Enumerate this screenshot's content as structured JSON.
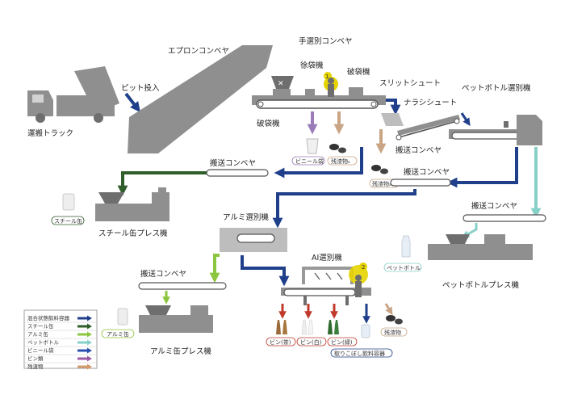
{
  "labels": {
    "truck": "運搬トラック",
    "pit": "ピット投入",
    "apron": "エプロンコンベヤ",
    "hand_sort": "手選別コンベヤ",
    "bag_loosen": "徐袋機",
    "bag_break_top": "破袋機",
    "bag_break_bottom": "破袋機",
    "slit_chute": "スリットシュート",
    "narashi_chute": "ナラシシュート",
    "pet_sorter": "ペットボトル選別機",
    "conv_after_slit": "搬送コンベヤ",
    "conv_left": "搬送コンベヤ",
    "conv_mid": "搬送コンベヤ",
    "conv_right": "搬送コンベヤ",
    "conv_alu": "搬送コンベヤ",
    "steel_press": "スチール缶プレス機",
    "alu_sorter": "アルミ選別機",
    "al_sorter": "AI選別機",
    "pet_press": "ペットボトルプレス機",
    "alu_press": "アルミ缶プレス機"
  },
  "tags": {
    "vinyl": "ビニール袋",
    "residue_a": "残渣物ₐ",
    "residue_b": "残渣物ₐ",
    "steel_can": "スチール缶",
    "pet_bottle": "ペットボトル",
    "alu_can": "アルミ缶",
    "bin_brown": "ビン(茶)",
    "bin_white": "ビン(白)",
    "bin_green": "ビン(緑)",
    "residue_c": "残渣物",
    "spill_container": "取りこぼし飲料容器"
  },
  "badges": {
    "one": "1",
    "two": "2"
  },
  "legend": [
    {
      "label": "混合状態飲料容器",
      "color": "#1f3f8a"
    },
    {
      "label": "スチール缶",
      "color": "#2f5e2a"
    },
    {
      "label": "アルミ缶",
      "color": "#8cc63f"
    },
    {
      "label": "ペットボトル",
      "color": "#86d0c8"
    },
    {
      "label": "ビニール袋",
      "color": "#2a4fae"
    },
    {
      "label": "ビン類",
      "color": "#9b59a6"
    },
    {
      "label": "残渣物",
      "color": "#d49a6a"
    }
  ],
  "colors": {
    "mixed": "#1f3f8a",
    "steel": "#2f5e2a",
    "aluminum": "#8cc63f",
    "pet": "#86d0c8",
    "vinyl": "#9b7bb8",
    "bottles": "#c0392b",
    "residue": "#c9a585",
    "badge": "#e6d400"
  }
}
